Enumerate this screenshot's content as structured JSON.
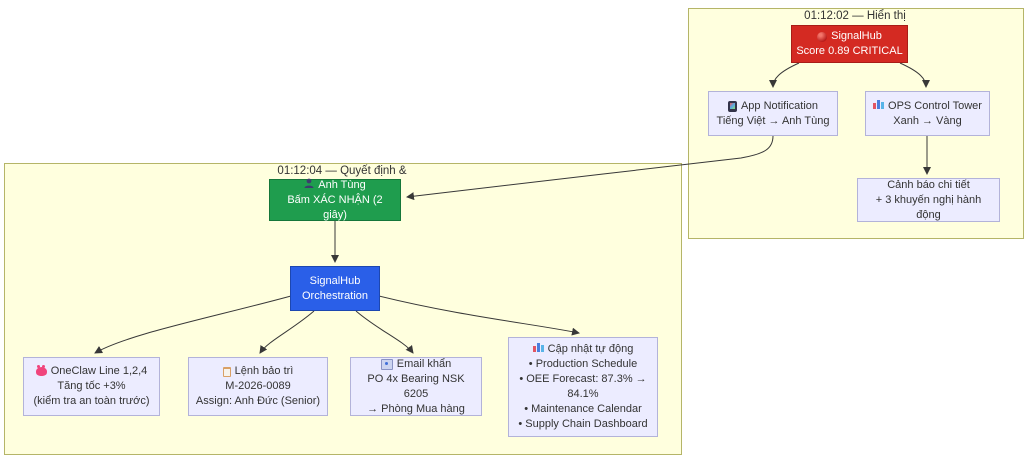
{
  "colors": {
    "cluster_bg": "#ffffde",
    "cluster_border": "#b5b568",
    "node_bg": "#ececff",
    "node_border": "#b3b3d9",
    "critical_red": "#d42a22",
    "confirm_green": "#1f9d4e",
    "orchestration_blue": "#2a5fe8",
    "edge": "#383838"
  },
  "clusters": {
    "display": {
      "title": "01:12:02 — Hiển thị"
    },
    "decision": {
      "title": "01:12:04 — Quyết định &"
    }
  },
  "nodes": {
    "alert": {
      "icon": "red-circle-icon",
      "title": "SignalHub",
      "line2": "Score 0.89 CRITICAL"
    },
    "app_notification": {
      "icon": "phone-icon",
      "title": "App Notification",
      "line2": "Tiếng Việt → Anh Tùng"
    },
    "ops_tower": {
      "icon": "bar-chart-icon",
      "title": "OPS Control Tower",
      "line2": "Xanh → Vàng"
    },
    "alert_detail": {
      "title": "Cảnh báo chi tiết",
      "line2": "+ 3 khuyến nghị hành động"
    },
    "anh_tung": {
      "icon": "person-icon",
      "title": "Anh Tùng",
      "line2": "Bấm XÁC NHẬN (2 giây)"
    },
    "orchestration": {
      "title": "SignalHub",
      "line2": "Orchestration"
    },
    "oneclaw": {
      "icon": "crab-icon",
      "title": "OneClaw Line 1,2,4",
      "line2": "Tăng tốc +3%",
      "line3": "(kiểm tra an toàn trước)"
    },
    "maintenance": {
      "icon": "clipboard-icon",
      "title": "Lệnh bảo trì",
      "line2": "M-2026-0089",
      "line3": "Assign: Anh Đức (Senior)"
    },
    "email": {
      "icon": "email-icon",
      "title": "Email khẩn",
      "line2": "PO 4x Bearing NSK 6205",
      "line3": "→ Phòng Mua hàng"
    },
    "auto_update": {
      "icon": "bar-chart-icon",
      "title": "Cập nhật tự động",
      "bullets": [
        "• Production Schedule",
        "• OEE Forecast: 87.3% → 84.1%",
        "• Maintenance Calendar",
        "• Supply Chain Dashboard"
      ]
    }
  }
}
